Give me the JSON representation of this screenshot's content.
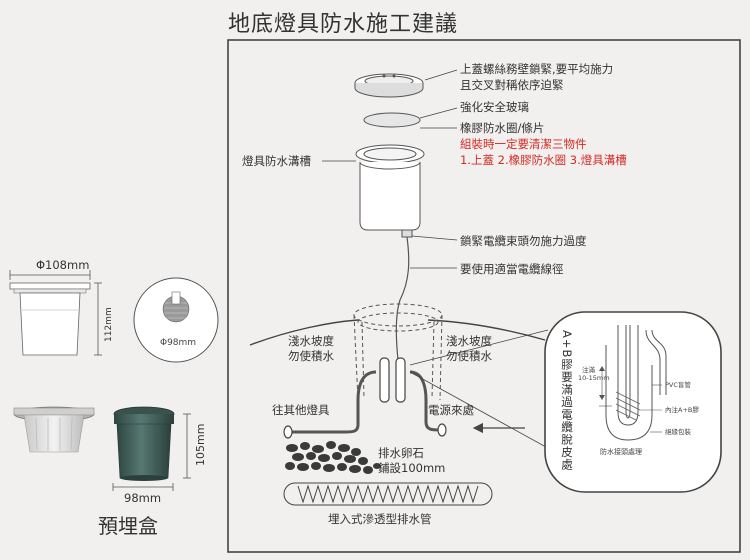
{
  "title": "地底燈具防水施工建議",
  "left_panel": {
    "top_diameter": "Φ108mm",
    "height": "112mm",
    "cap_diameter": "Φ98mm",
    "box_height": "105mm",
    "box_width": "98mm",
    "box_title": "預埋盒"
  },
  "callouts": {
    "lid": "上蓋螺絲務壁鎖緊,要平均施力",
    "lid_2": "且交叉對稱依序迫緊",
    "glass": "強化安全玻璃",
    "gasket": "橡膠防水圈/條片",
    "notice": "組裝時一定要清潔三物件",
    "parts": "1.上蓋  2.橡膠防水圈  3.燈具溝槽",
    "groove": "燈具防水溝槽",
    "clamp": "鎖緊電纜束頭勿施力過度",
    "cable": "要使用適當電纜線徑"
  },
  "ground": {
    "slope_left": "淺水坡度",
    "slope_left_2": "勿使積水",
    "slope_right": "淺水坡度",
    "slope_right_2": "勿使積水",
    "to_other": "往其他燈具",
    "power": "電源來處",
    "gravel": "排水卵石",
    "gravel_2": "鋪設100mm",
    "drain": "埋入式滲透型排水管"
  },
  "detail": {
    "vertical_note": "A+B膠要滿過電纜脫皮處",
    "fill_note_1": "注滿",
    "fill_note_2": "10-15mm",
    "pvc": "PVC盲管",
    "ab_glue": "內注A+B膠",
    "tape": "絕緣包裝",
    "caption": "防水接頭處理"
  },
  "colors": {
    "line": "#444444",
    "red_text": "#d62a24",
    "box_green": "#3f5a55",
    "background": "#f1f0ee"
  }
}
